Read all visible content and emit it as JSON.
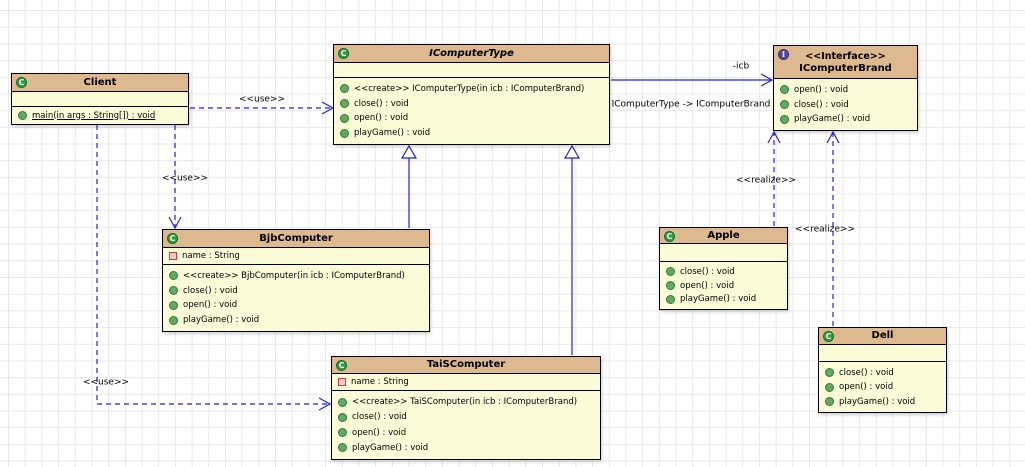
{
  "diagram": {
    "type": "uml-class-diagram"
  },
  "colors": {
    "header_fill": "#ddb98f",
    "body_fill": "#fbfbd7",
    "border": "#000000",
    "connector": "#2222dd",
    "grid_line": "#e8e8e8",
    "canvas_bg": "#ffffff",
    "class_icon_fill": "#2f9e44",
    "interface_icon_fill": "#584a92",
    "operation_icon_fill": "#63a863",
    "attribute_icon_border": "#cc3b3b"
  },
  "icons": {
    "class_letter": "C",
    "interface_letter": "I"
  },
  "classes": {
    "client": {
      "title": "Client",
      "operations": [
        "main(in args : String[]) : void"
      ]
    },
    "icomputertype": {
      "title": "IComputerType",
      "operations": [
        "<<create>> IComputerType(in icb : IComputerBrand)",
        "close() : void",
        "open() : void",
        "playGame() : void"
      ]
    },
    "icomputerbrand": {
      "stereotype": "<<Interface>>",
      "title": "IComputerBrand",
      "operations": [
        "open() : void",
        "close() : void",
        "playGame() : void"
      ]
    },
    "bjbcomputer": {
      "title": "BjbComputer",
      "attributes": [
        "name : String"
      ],
      "operations": [
        "<<create>> BjbComputer(in icb : IComputerBrand)",
        "close() : void",
        "open() : void",
        "playGame() : void"
      ]
    },
    "taiscomputer": {
      "title": "TaiSComputer",
      "attributes": [
        "name : String"
      ],
      "operations": [
        "<<create>> TaiSComputer(in icb : IComputerBrand)",
        "close() : void",
        "open() : void",
        "playGame() : void"
      ]
    },
    "apple": {
      "title": "Apple",
      "operations": [
        "close() : void",
        "open() : void",
        "playGame() : void"
      ]
    },
    "dell": {
      "title": "Dell",
      "operations": [
        "close() : void",
        "open() : void",
        "playGame() : void"
      ]
    }
  },
  "connectors": {
    "client_uses_icomputertype": {
      "label": "<<use>>"
    },
    "client_uses_bjbcomputer": {
      "label": "<<use>>"
    },
    "client_uses_taiscomputer": {
      "label": "<<use>>"
    },
    "icomputertype_to_icomputerbrand": {
      "role_label": "-icb",
      "name_label": "IComputerType -> IComputerBrand"
    },
    "apple_realizes_icomputerbrand": {
      "label": "<<realize>>"
    },
    "dell_realizes_icomputerbrand": {
      "label": "<<realize>>"
    }
  }
}
